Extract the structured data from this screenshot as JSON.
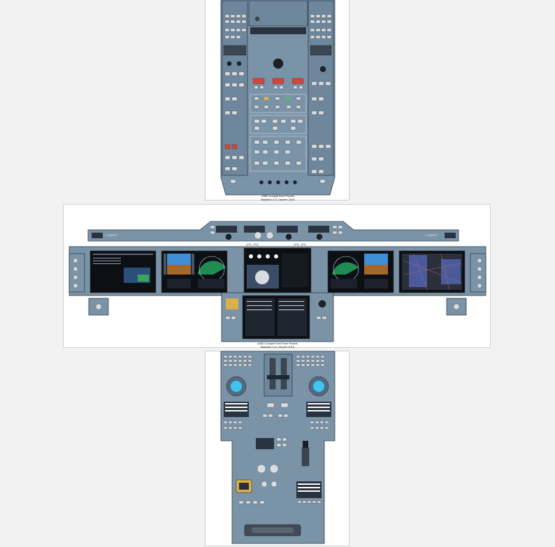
{
  "overhead_panel": {
    "caption_line1": "A350 Cockpit Roof Panels",
    "caption_line2": "Baseline 4.0 | Janvier 2015"
  },
  "main_panel": {
    "caption_line1": "A350 Cockpit Front Face Panels",
    "caption_line2": "Baseline 4.0 | Janvier 2015",
    "glareshield_left_label": "F-WWCF",
    "glareshield_right_label": "F-WWCF"
  },
  "pedestal_panel": {},
  "colors": {
    "panel": "#7b93a7",
    "panel_dark": "#2a3440",
    "screen": "#0c0f14",
    "warning_red": "#d3463d",
    "annunciator_green": "#4fc36b",
    "attitude_sky": "#3e8fd8",
    "attitude_ground": "#a6672b"
  }
}
